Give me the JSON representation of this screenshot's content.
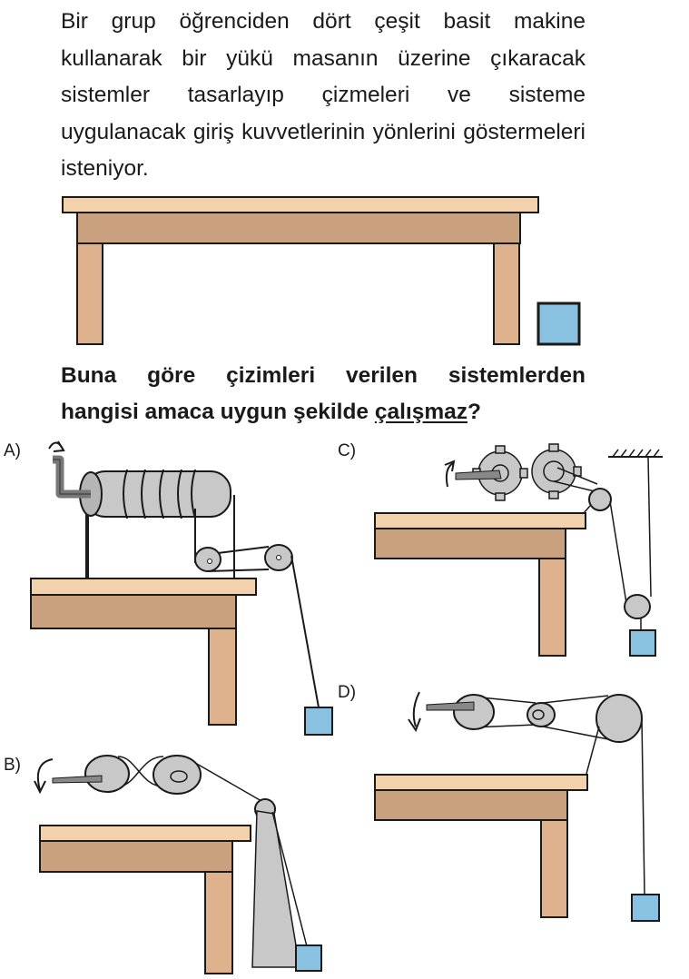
{
  "question": {
    "text": "Bir grup öğrenciden dört çeşit basit makine kullanarak bir yükü masanın üzerine çıkaracak sistemler tasarlayıp çizmeleri ve sisteme uygulanacak giriş kuvvetlerinin yönlerini göstermeleri isteniyor."
  },
  "prompt": {
    "line1": "Buna göre çizimleri verilen sistemlerden",
    "line2_before": "hangisi amaca uygun şekilde ",
    "emphasis": "çalışmaz",
    "line2_after": "?"
  },
  "options": {
    "a": "A)",
    "b": "B)",
    "c": "C)",
    "d": "D)"
  },
  "colors": {
    "table_top": "#f2d2ad",
    "table_apron": "#c9a17f",
    "table_leg": "#ddb28c",
    "load": "#88c2e0",
    "machine_gray": "#c8c8c8",
    "crank_gray": "#777777"
  }
}
